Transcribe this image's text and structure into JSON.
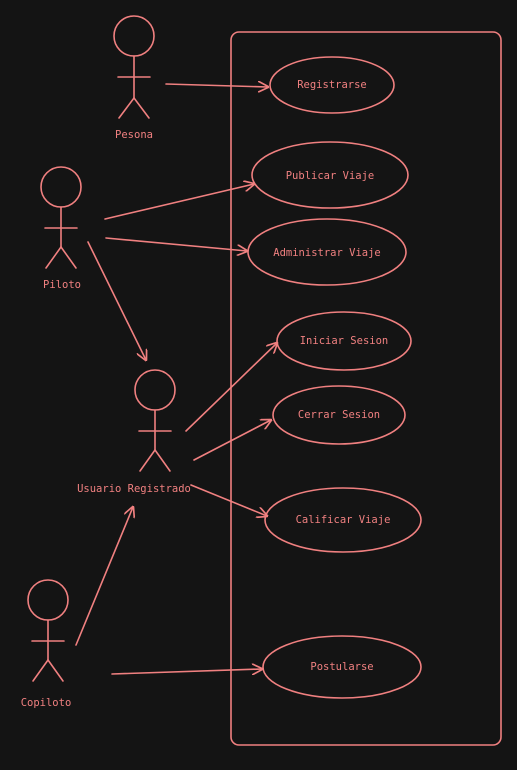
{
  "colors": {
    "background": "#141414",
    "stroke": "#f08080",
    "text": "#f08080"
  },
  "actors": {
    "pesona": "Pesona",
    "piloto": "Piloto",
    "usuario_registrado": "Usuario Registrado",
    "copiloto": "Copiloto"
  },
  "use_cases": {
    "registrarse": "Registrarse",
    "publicar_viaje": "Publicar Viaje",
    "administrar_viaje": "Administrar Viaje",
    "iniciar_sesion": "Iniciar Sesion",
    "cerrar_sesion": "Cerrar Sesion",
    "calificar_viaje": "Calificar Viaje",
    "postularse": "Postularse"
  }
}
